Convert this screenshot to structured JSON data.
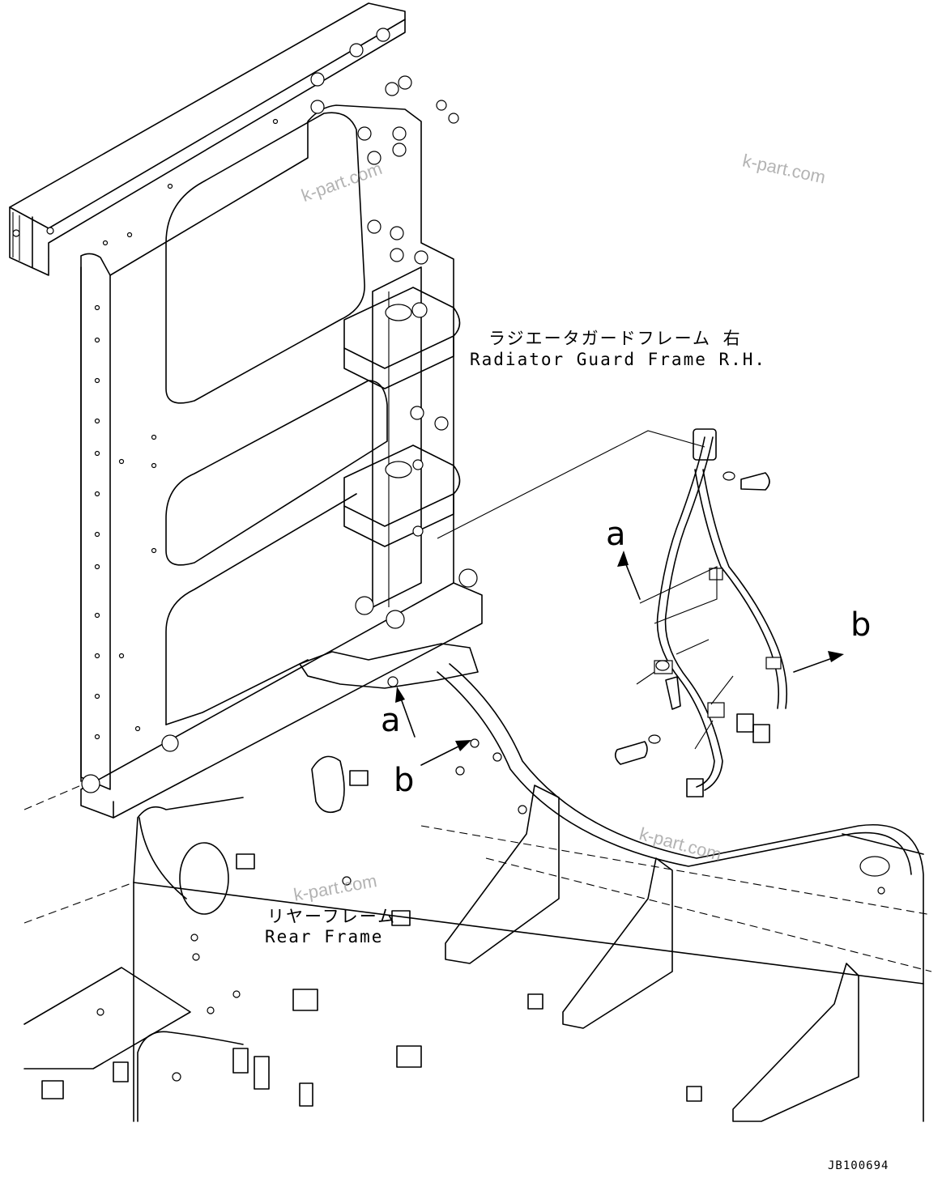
{
  "parts": {
    "radiator_guard_frame_jp": "ラジエータガードフレーム 右",
    "radiator_guard_frame_en": "Radiator Guard Frame R.H.",
    "rear_frame_jp": "リヤーフレーム",
    "rear_frame_en": "Rear Frame"
  },
  "callouts": {
    "a_upper": "a",
    "a_lower": "a",
    "b_right": "b",
    "b_lower": "b"
  },
  "watermarks": [
    "k-part.com",
    "k-part.com",
    "k-part.com",
    "k-part.com"
  ],
  "drawing_code": "JB100694"
}
